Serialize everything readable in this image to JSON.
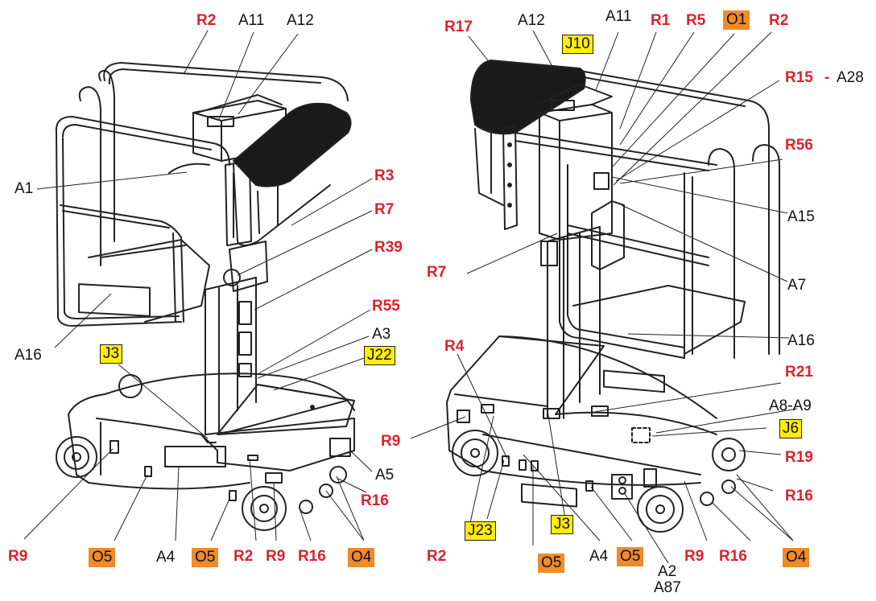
{
  "colors": {
    "red_label": "#e0202a",
    "yellow_box": "#ffee00",
    "orange_box": "#f08a2a",
    "line": "#222222"
  },
  "left_view": {
    "labels": {
      "R2": "R2",
      "A11": "A11",
      "A12": "A12",
      "A1": "A1",
      "R3": "R3",
      "R7": "R7",
      "R39": "R39",
      "R55": "R55",
      "A3": "A3",
      "J3": "J3",
      "J22": "J22",
      "A16": "A16",
      "R9a": "R9",
      "O5a": "O5",
      "A4": "A4",
      "O5b": "O5",
      "R2b": "R2",
      "R9b": "R9",
      "R16a": "R16",
      "R16b": "R16",
      "O4": "O4",
      "A5": "A5"
    }
  },
  "right_view": {
    "labels": {
      "R17": "R17",
      "A12": "A12",
      "J10": "J10",
      "A11": "A11",
      "R1": "R1",
      "R5": "R5",
      "O1": "O1",
      "R2": "R2",
      "R15": "R15",
      "dash": "-",
      "A28": "A28",
      "R56": "R56",
      "A15": "A15",
      "R7": "R7",
      "A7": "A7",
      "A16": "A16",
      "R4": "R4",
      "R21": "R21",
      "A8A9": "A8-A9",
      "J6": "J6",
      "R9a": "R9",
      "R19": "R19",
      "R16a": "R16",
      "R2b": "R2",
      "J23": "J23",
      "J3": "J3",
      "O5a": "O5",
      "A4": "A4",
      "O5b": "O5",
      "A2": "A2",
      "A87": "A87",
      "R9b": "R9",
      "R16b": "R16",
      "O4": "O4"
    }
  }
}
